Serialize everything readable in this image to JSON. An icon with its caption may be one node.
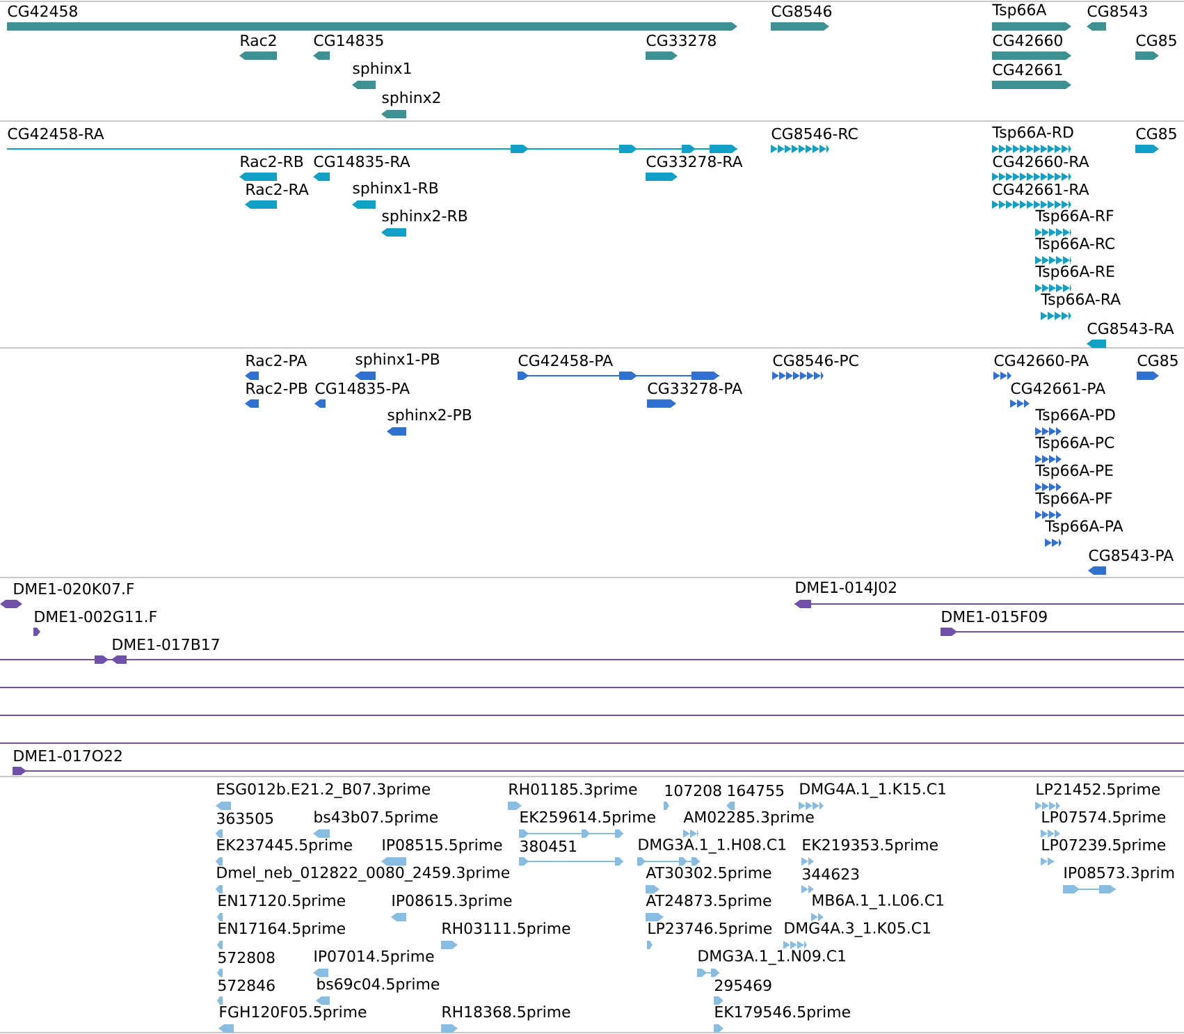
{
  "diagram": {
    "labels": [
      "CG42458",
      "CG8546",
      "Tsp66A",
      "CG8543",
      "Rac2",
      "CG14835",
      "CG33278",
      "CG42660",
      "CG85",
      "sphinx1",
      "CG42661",
      "sphinx2",
      "CG42458-RA",
      "CG8546-RC",
      "Tsp66A-RD",
      "CG85",
      "Rac2-RB",
      "CG14835-RA",
      "CG33278-RA",
      "CG42660-RA",
      "Rac2-RA",
      "sphinx1-RB",
      "CG42661-RA",
      "sphinx2-RB",
      "Tsp66A-RF",
      "Tsp66A-RC",
      "Tsp66A-RE",
      "Tsp66A-RA",
      "CG8543-RA",
      "Rac2-PA",
      "sphinx1-PB",
      "CG42458-PA",
      "CG8546-PC",
      "CG42660-PA",
      "CG85",
      "Rac2-PB",
      "CG14835-PA",
      "CG33278-PA",
      "CG42661-PA",
      "sphinx2-PB",
      "Tsp66A-PD",
      "Tsp66A-PC",
      "Tsp66A-PE",
      "Tsp66A-PF",
      "Tsp66A-PA",
      "CG8543-PA",
      "DME1-020K07.F",
      "DME1-014J02",
      "DME1-002G11.F",
      "DME1-015F09",
      "DME1-017B17",
      "DME1-017O22",
      "ESG012b.E21.2_B07.3prime",
      "RH01185.3prime",
      "107208",
      "164755",
      "DMG4A.1_1.K15.C1",
      "LP21452.5prime",
      "363505",
      "bs43b07.5prime",
      "EK259614.5prime",
      "AM02285.3prime",
      "LP07574.5prime",
      "EK237445.5prime",
      "IP08515.5prime",
      "380451",
      "DMG3A.1_1.H08.C1",
      "EK219353.5prime",
      "LP07239.5prime",
      "Dmel_neb_012822_0080_2459.3prime",
      "AT30302.5prime",
      "344623",
      "IP08573.3prim",
      "EN17120.5prime",
      "IP08615.3prime",
      "AT24873.5prime",
      "MB6A.1_1.L06.C1",
      "EN17164.5prime",
      "RH03111.5prime",
      "LP23746.5prime",
      "DMG4A.3_1.K05.C1",
      "572808",
      "IP07014.5prime",
      "DMG3A.1_1.N09.C1",
      "572846",
      "bs69c04.5prime",
      "295469",
      "FGH120F05.5prime",
      "RH18368.5prime",
      "EK179546.5prime"
    ]
  }
}
